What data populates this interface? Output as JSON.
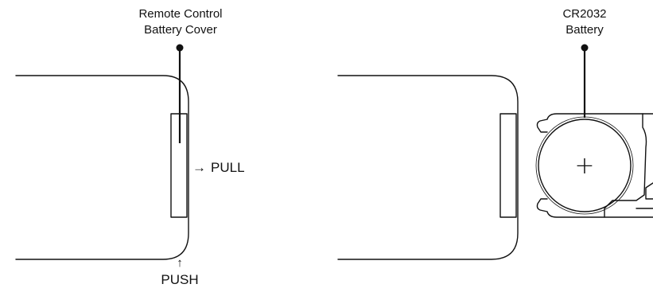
{
  "left_panel": {
    "callout_line1": "Remote Control",
    "callout_line2": "Battery Cover",
    "pull_arrow": "→",
    "pull_label": "PULL",
    "push_arrow": "↑",
    "push_label": "PUSH"
  },
  "right_panel": {
    "callout_line1": "CR2032",
    "callout_line2": "Battery",
    "battery_symbol": "+"
  },
  "colors": {
    "ink": "#111111",
    "background": "#ffffff"
  }
}
